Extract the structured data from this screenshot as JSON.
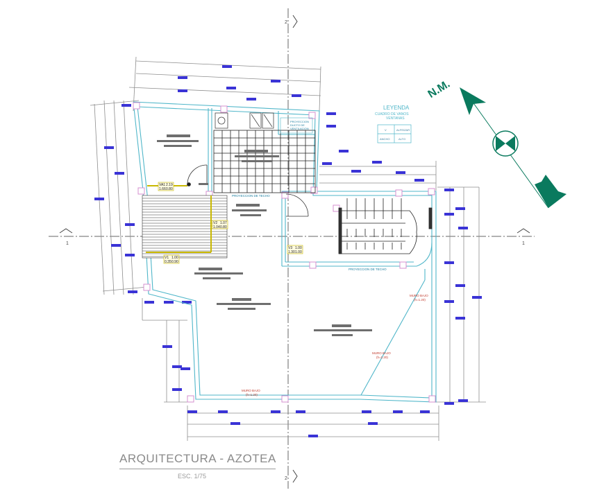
{
  "drawing": {
    "title": "ARQUITECTURA - AZOTEA",
    "scale": "ESC. 1/75",
    "north_label": "N.M.",
    "axis_vertical": "2",
    "axis_horizontal": "1"
  },
  "legend": {
    "title": "LEYENDA",
    "subtitle_1": "CUADRO DE VANOS",
    "subtitle_2": "VENTANAS",
    "rows": [
      {
        "code": "V",
        "value": "ALFEIZAR"
      },
      {
        "code": "ANCHO",
        "value": "ALTO"
      }
    ]
  },
  "annotations": {
    "projection_roof_1": "PROYECCION DE TECHO",
    "projection_roof_2": "PROYECCION DE TECHO",
    "projection_duct_1": "PROYECCION",
    "projection_duct_2": "DUCTO DE",
    "projection_duct_3": "VENTILACION",
    "low_wall_label": "MURO BAJO",
    "low_wall_height": "(h=1.20)",
    "low_wall_2_label": "MURO BAJO",
    "low_wall_2_height": "(h=1.20)",
    "low_wall_3_label": "MURO BAJO",
    "low_wall_3_height": "(h=1.20)"
  },
  "windows": [
    {
      "code": "VA1",
      "top": "2.19",
      "bottom_a": "1.66",
      "bottom_b": "0.80"
    },
    {
      "code": "V2",
      "top": "1.07",
      "bottom_a": "1.04",
      "bottom_b": "0.80"
    },
    {
      "code": "V1",
      "top": "1.00",
      "bottom_a": "0.35",
      "bottom_b": "0.90"
    },
    {
      "code": "V3",
      "top": "1.00",
      "bottom_a": "1.30",
      "bottom_b": "1.00"
    }
  ],
  "colors": {
    "wall": "#4fb6c9",
    "north": "#0a7a5e",
    "dim_tag": "#3a33d6",
    "axis": "#555555",
    "red_note": "#c0392b",
    "yellow": "#c9b800"
  }
}
